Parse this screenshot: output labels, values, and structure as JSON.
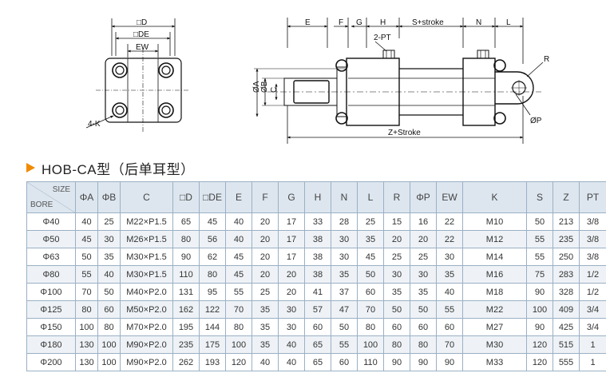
{
  "drawing": {
    "left_view": {
      "labels": [
        "□D",
        "□DE",
        "EW",
        "4-K"
      ]
    },
    "side_view": {
      "labels": [
        "E",
        "F",
        "G",
        "H",
        "S+stroke",
        "N",
        "L",
        "2-PT",
        "R",
        "ØA",
        "ØB",
        "C",
        "ØP",
        "Z+Stroke"
      ]
    }
  },
  "section": {
    "title": "HOB-CA型（后单耳型）"
  },
  "table": {
    "corner": {
      "top": "SIZE",
      "bottom": "BORE"
    },
    "headers": [
      "ΦA",
      "ΦB",
      "C",
      "□D",
      "□DE",
      "E",
      "F",
      "G",
      "H",
      "N",
      "L",
      "R",
      "ΦP",
      "EW",
      "K",
      "S",
      "Z",
      "PT"
    ],
    "rows": [
      [
        "Φ40",
        "40",
        "25",
        "M22×P1.5",
        "65",
        "45",
        "40",
        "20",
        "17",
        "33",
        "28",
        "25",
        "15",
        "16",
        "22",
        "M10",
        "50",
        "213",
        "3/8"
      ],
      [
        "Φ50",
        "45",
        "30",
        "M26×P1.5",
        "80",
        "56",
        "40",
        "20",
        "17",
        "38",
        "30",
        "35",
        "20",
        "20",
        "22",
        "M12",
        "55",
        "235",
        "3/8"
      ],
      [
        "Φ63",
        "50",
        "35",
        "M30×P1.5",
        "90",
        "62",
        "45",
        "20",
        "17",
        "38",
        "30",
        "45",
        "25",
        "25",
        "30",
        "M14",
        "55",
        "250",
        "3/8"
      ],
      [
        "Φ80",
        "55",
        "40",
        "M30×P1.5",
        "110",
        "80",
        "45",
        "20",
        "20",
        "38",
        "35",
        "50",
        "30",
        "30",
        "35",
        "M16",
        "75",
        "283",
        "1/2"
      ],
      [
        "Φ100",
        "70",
        "50",
        "M40×P2.0",
        "131",
        "95",
        "55",
        "25",
        "20",
        "41",
        "37",
        "60",
        "35",
        "35",
        "40",
        "M18",
        "90",
        "328",
        "1/2"
      ],
      [
        "Φ125",
        "80",
        "60",
        "M50×P2.0",
        "162",
        "122",
        "70",
        "35",
        "30",
        "57",
        "47",
        "70",
        "50",
        "50",
        "55",
        "M22",
        "100",
        "409",
        "3/4"
      ],
      [
        "Φ150",
        "100",
        "80",
        "M70×P2.0",
        "195",
        "144",
        "80",
        "35",
        "30",
        "60",
        "50",
        "80",
        "60",
        "60",
        "60",
        "M27",
        "90",
        "425",
        "3/4"
      ],
      [
        "Φ180",
        "130",
        "100",
        "M90×P2.0",
        "235",
        "175",
        "100",
        "35",
        "40",
        "65",
        "55",
        "100",
        "80",
        "80",
        "70",
        "M30",
        "120",
        "515",
        "1"
      ],
      [
        "Φ200",
        "130",
        "100",
        "M90×P2.0",
        "262",
        "193",
        "120",
        "40",
        "40",
        "65",
        "60",
        "110",
        "90",
        "90",
        "90",
        "M33",
        "120",
        "555",
        "1"
      ]
    ]
  }
}
